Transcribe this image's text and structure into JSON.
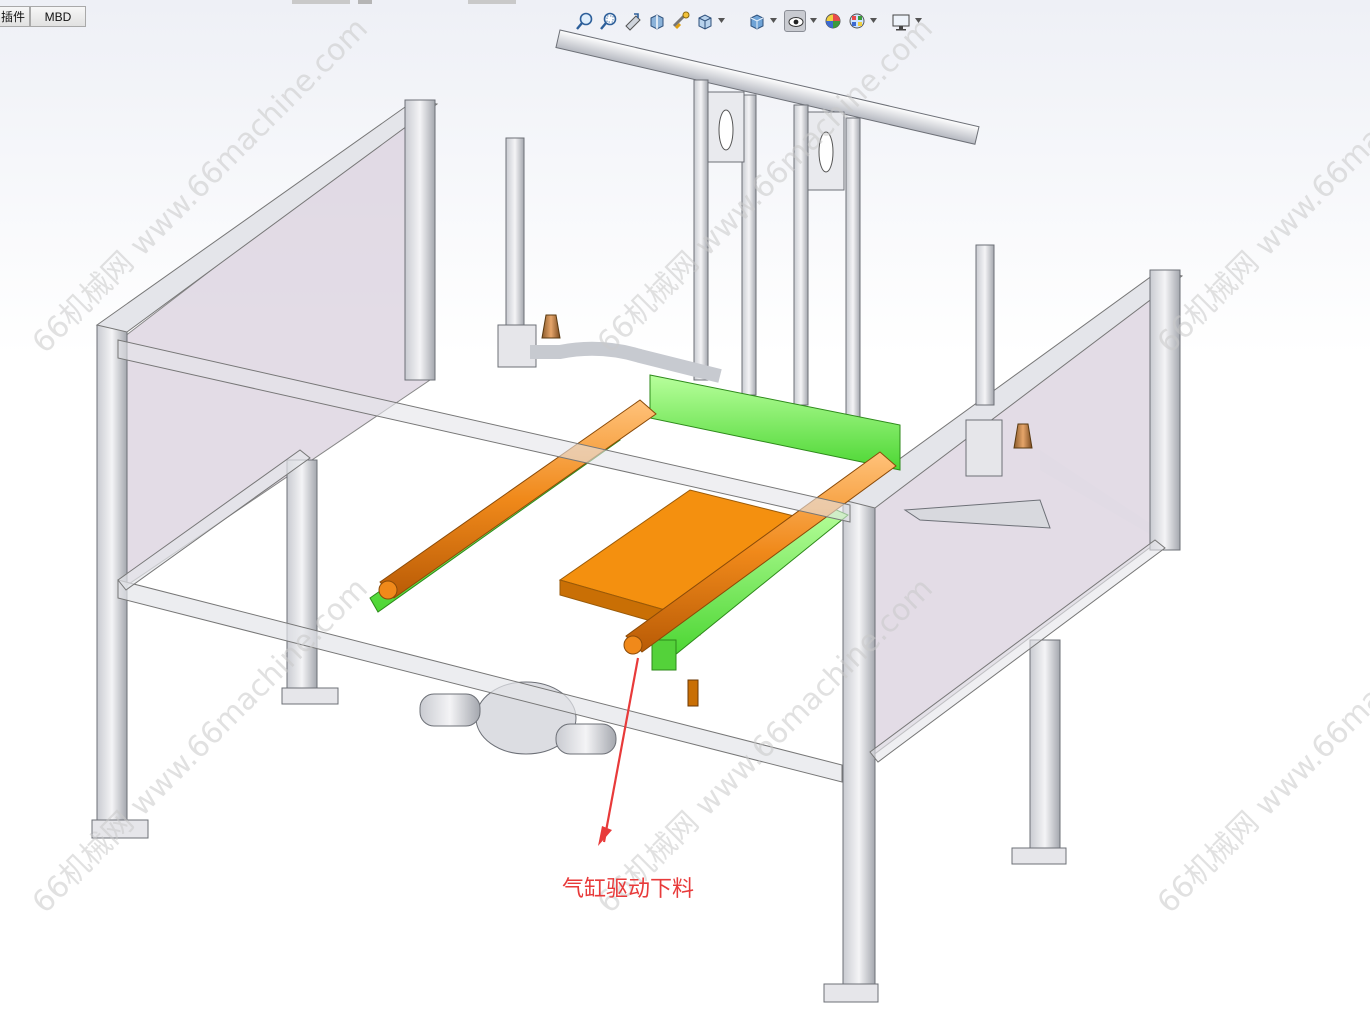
{
  "tabs": [
    {
      "label": "插件",
      "active": false
    },
    {
      "label": "MBD",
      "active": false
    }
  ],
  "hud_toolbar": {
    "buttons": [
      {
        "name": "zoom-to-fit-icon"
      },
      {
        "name": "zoom-to-area-icon"
      },
      {
        "name": "previous-view-icon"
      },
      {
        "name": "section-view-icon"
      },
      {
        "name": "dynamic-annotation-views-icon"
      },
      {
        "name": "view-orientation-icon"
      },
      {
        "name": "display-style-icon"
      },
      {
        "name": "hide-show-items-icon"
      },
      {
        "name": "edit-appearance-icon"
      },
      {
        "name": "apply-scene-icon"
      },
      {
        "name": "view-settings-icon"
      }
    ]
  },
  "annotation": {
    "text": "气缸驱动下料"
  },
  "watermark": {
    "text": "66机械网 www.66machine.com"
  },
  "colors": {
    "frame": "#8a8d95",
    "panel": "#d8cfdc",
    "cylinder": "#f08a1c",
    "rail": "#7cf25a",
    "plate": "#f4900f",
    "annotation": "#e83a3a"
  }
}
